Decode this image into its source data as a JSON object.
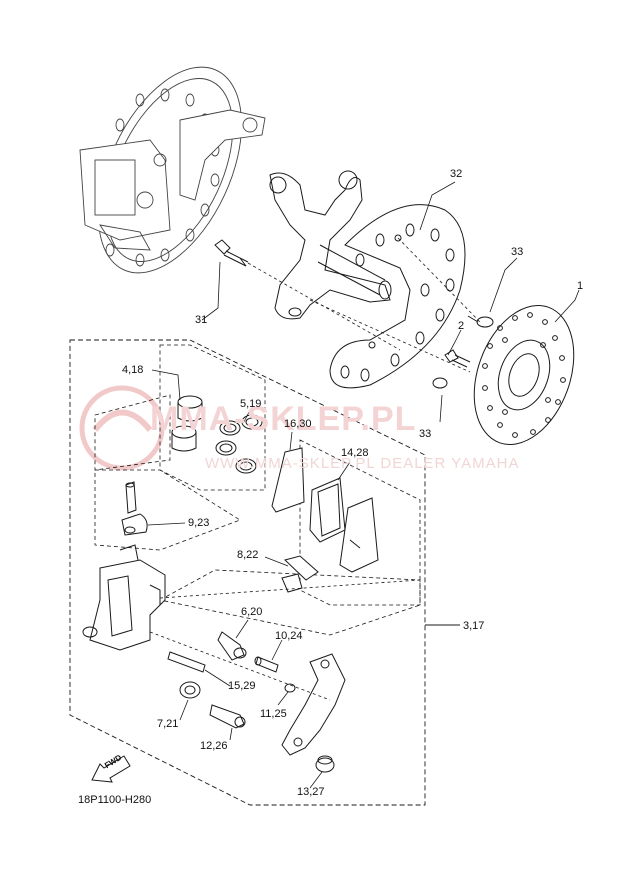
{
  "diagram": {
    "code": "18P1100-H280",
    "fwd_label": "FWD",
    "watermark": {
      "main": "MMA-SKLEP.PL",
      "sub": "WWW.MMA-SKLEP.PL DEALER YAMAHA"
    },
    "callouts": {
      "c32": "32",
      "c33a": "33",
      "c1": "1",
      "c2": "2",
      "c33b": "33",
      "c31": "31",
      "c4_18": "4,18",
      "c5_19": "5,19",
      "c16_30": "16,30",
      "c14_28": "14,28",
      "c9_23": "9,23",
      "c8_22": "8,22",
      "c6_20": "6,20",
      "c10_24": "10,24",
      "c3_17": "3,17",
      "c15_29": "15,29",
      "c11_25": "11,25",
      "c7_21": "7,21",
      "c12_26": "12,26",
      "c13_27": "13,27"
    }
  }
}
